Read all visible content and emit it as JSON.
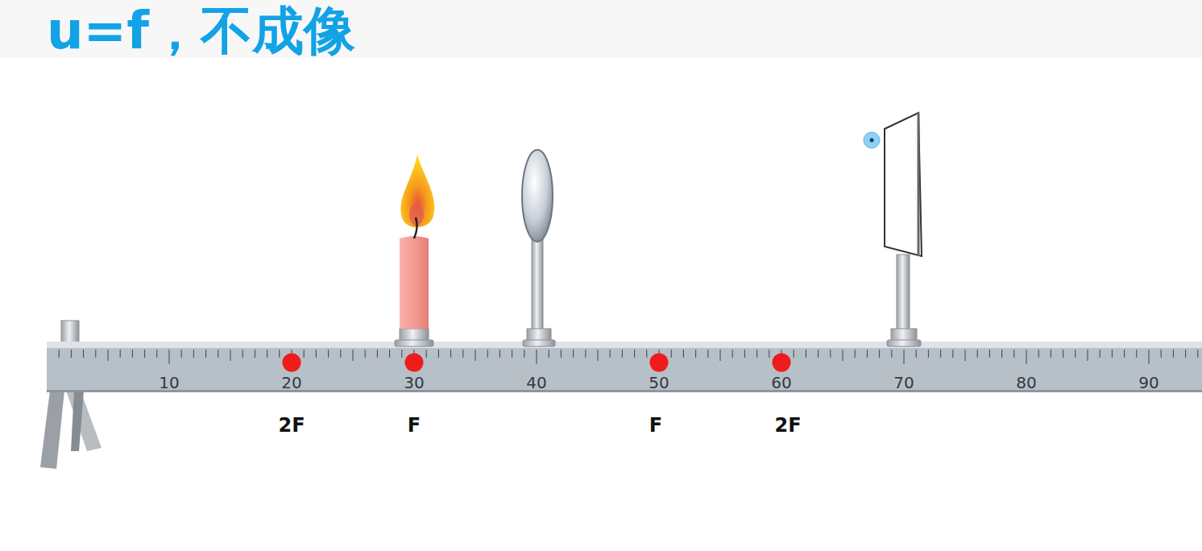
{
  "diagram": {
    "title": "u=f，不成像",
    "labels": [
      "10",
      "20",
      "30",
      "40",
      "50",
      "60",
      "70",
      "80",
      "90",
      "2F",
      "F",
      "F",
      "2F"
    ]
  }
}
